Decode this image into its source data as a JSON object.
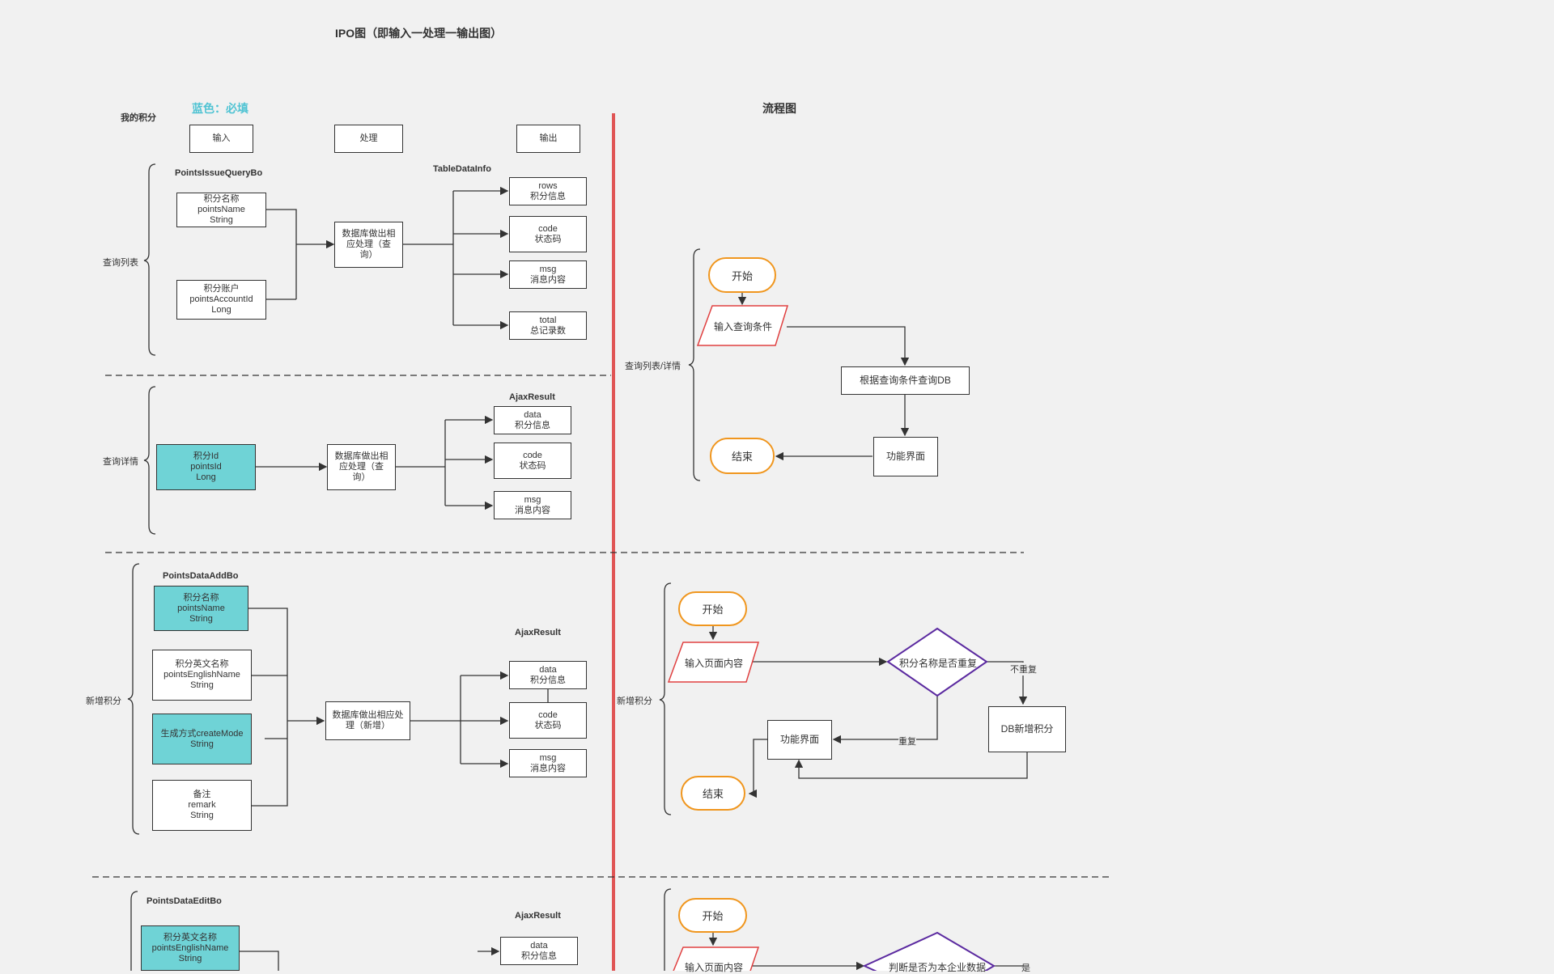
{
  "title": "IPO图（即输入一处理一输出图）",
  "legend": "蓝色：必填",
  "module": "我的积分",
  "flow_title": "流程图",
  "headers": {
    "input": "输入",
    "process": "处理",
    "output": "输出"
  },
  "query_list": {
    "label": "查询列表",
    "bo": "PointsIssueQueryBo",
    "fields": [
      "积分名称\npointsName\nString",
      "积分账户\npointsAccountId\nLong"
    ],
    "process": "数据库做出相\n应处理（查\n询）",
    "result": "TableDataInfo",
    "outputs": [
      "rows\n积分信息",
      "code\n状态码",
      "msg\n消息内容",
      "total\n总记录数"
    ]
  },
  "query_detail": {
    "label": "查询详情",
    "fields": [
      "积分Id\npointsId\nLong"
    ],
    "process": "数据库做出相\n应处理（查\n询）",
    "result": "AjaxResult",
    "outputs": [
      "data\n积分信息",
      "code\n状态码",
      "msg\n消息内容"
    ]
  },
  "add": {
    "label": "新增积分",
    "bo": "PointsDataAddBo",
    "fields": [
      "积分名称\npointsName\nString",
      "积分英文名称\npointsEnglishName\nString",
      "生成方式createMode\nString",
      "备注\nremark\nString"
    ],
    "process": "数据库做出相应处\n理（新增）",
    "result": "AjaxResult",
    "outputs": [
      "data\n积分信息",
      "code\n状态码",
      "msg\n消息内容"
    ]
  },
  "edit": {
    "bo": "PointsDataEditBo",
    "fields": [
      "积分英文名称\npointsEnglishName\nString"
    ],
    "result": "AjaxResult",
    "outputs": [
      "data\n积分信息"
    ]
  },
  "flow1": {
    "label": "查询列表/详情",
    "start": "开始",
    "input": "输入查询条件",
    "query": "根据查询条件查询DB",
    "ui": "功能界面",
    "end": "结束"
  },
  "flow2": {
    "label": "新增积分",
    "start": "开始",
    "input": "输入页面内容",
    "decision": "积分名称是否重复",
    "no_dup": "不重复",
    "dup": "重复",
    "db": "DB新增积分",
    "ui": "功能界面",
    "end": "结束"
  },
  "flow3": {
    "start": "开始",
    "input": "输入页面内容",
    "decision": "判断是否为本企业数据",
    "yes": "是"
  },
  "colors": {
    "red_line": "#e05555",
    "teal": "#6fd3d6",
    "orange": "#f0961e",
    "purple": "#5b2aa0",
    "legend": "#4fc3d3"
  }
}
